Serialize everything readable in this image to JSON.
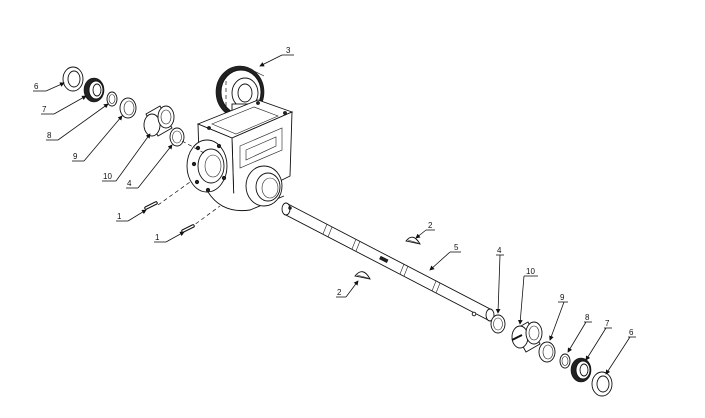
{
  "callouts": [
    {
      "id": "c6a",
      "label": "6"
    },
    {
      "id": "c7a",
      "label": "7"
    },
    {
      "id": "c8a",
      "label": "8"
    },
    {
      "id": "c9a",
      "label": "9"
    },
    {
      "id": "c10a",
      "label": "10"
    },
    {
      "id": "c4a",
      "label": "4"
    },
    {
      "id": "c1a",
      "label": "1"
    },
    {
      "id": "c1b",
      "label": "1"
    },
    {
      "id": "c3",
      "label": "3"
    },
    {
      "id": "c2a",
      "label": "2"
    },
    {
      "id": "c2b",
      "label": "2"
    },
    {
      "id": "c5",
      "label": "5"
    },
    {
      "id": "c4b",
      "label": "4"
    },
    {
      "id": "c10b",
      "label": "10"
    },
    {
      "id": "c9b",
      "label": "9"
    },
    {
      "id": "c8b",
      "label": "8"
    },
    {
      "id": "c7b",
      "label": "7"
    },
    {
      "id": "c6b",
      "label": "6"
    }
  ]
}
